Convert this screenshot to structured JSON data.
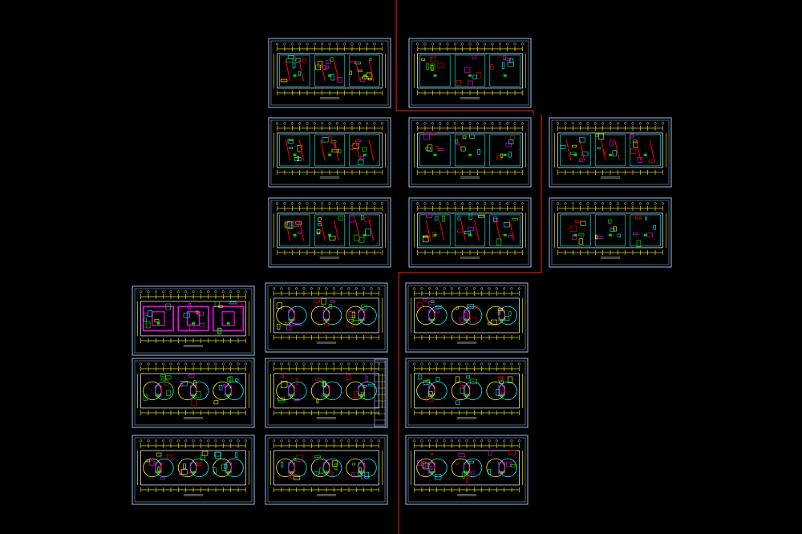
{
  "drawing": {
    "background": "#000000",
    "frame_color": "#7f9fc6",
    "divider_color": "#d01818",
    "palette": [
      "#ffff00",
      "#00ffff",
      "#ff0000",
      "#00ff00",
      "#ff00ff",
      "#ffffff"
    ]
  },
  "sheets": [
    {
      "id": "A1",
      "style": "plan-dense"
    },
    {
      "id": "A2",
      "style": "plan-light"
    },
    {
      "id": "B1",
      "style": "plan-red"
    },
    {
      "id": "B2",
      "style": "plan-light"
    },
    {
      "id": "B3",
      "style": "plan-red"
    },
    {
      "id": "C1",
      "style": "plan-red"
    },
    {
      "id": "C2",
      "style": "plan-red"
    },
    {
      "id": "C3",
      "style": "plan-light"
    },
    {
      "id": "D1",
      "style": "plan-magenta"
    },
    {
      "id": "D2",
      "style": "plan-round"
    },
    {
      "id": "D3",
      "style": "plan-round"
    },
    {
      "id": "E1",
      "style": "plan-round"
    },
    {
      "id": "E2",
      "style": "plan-round"
    },
    {
      "id": "E3",
      "style": "plan-round"
    },
    {
      "id": "F1",
      "style": "plan-round"
    },
    {
      "id": "F2",
      "style": "plan-round"
    },
    {
      "id": "F3",
      "style": "plan-round"
    }
  ]
}
